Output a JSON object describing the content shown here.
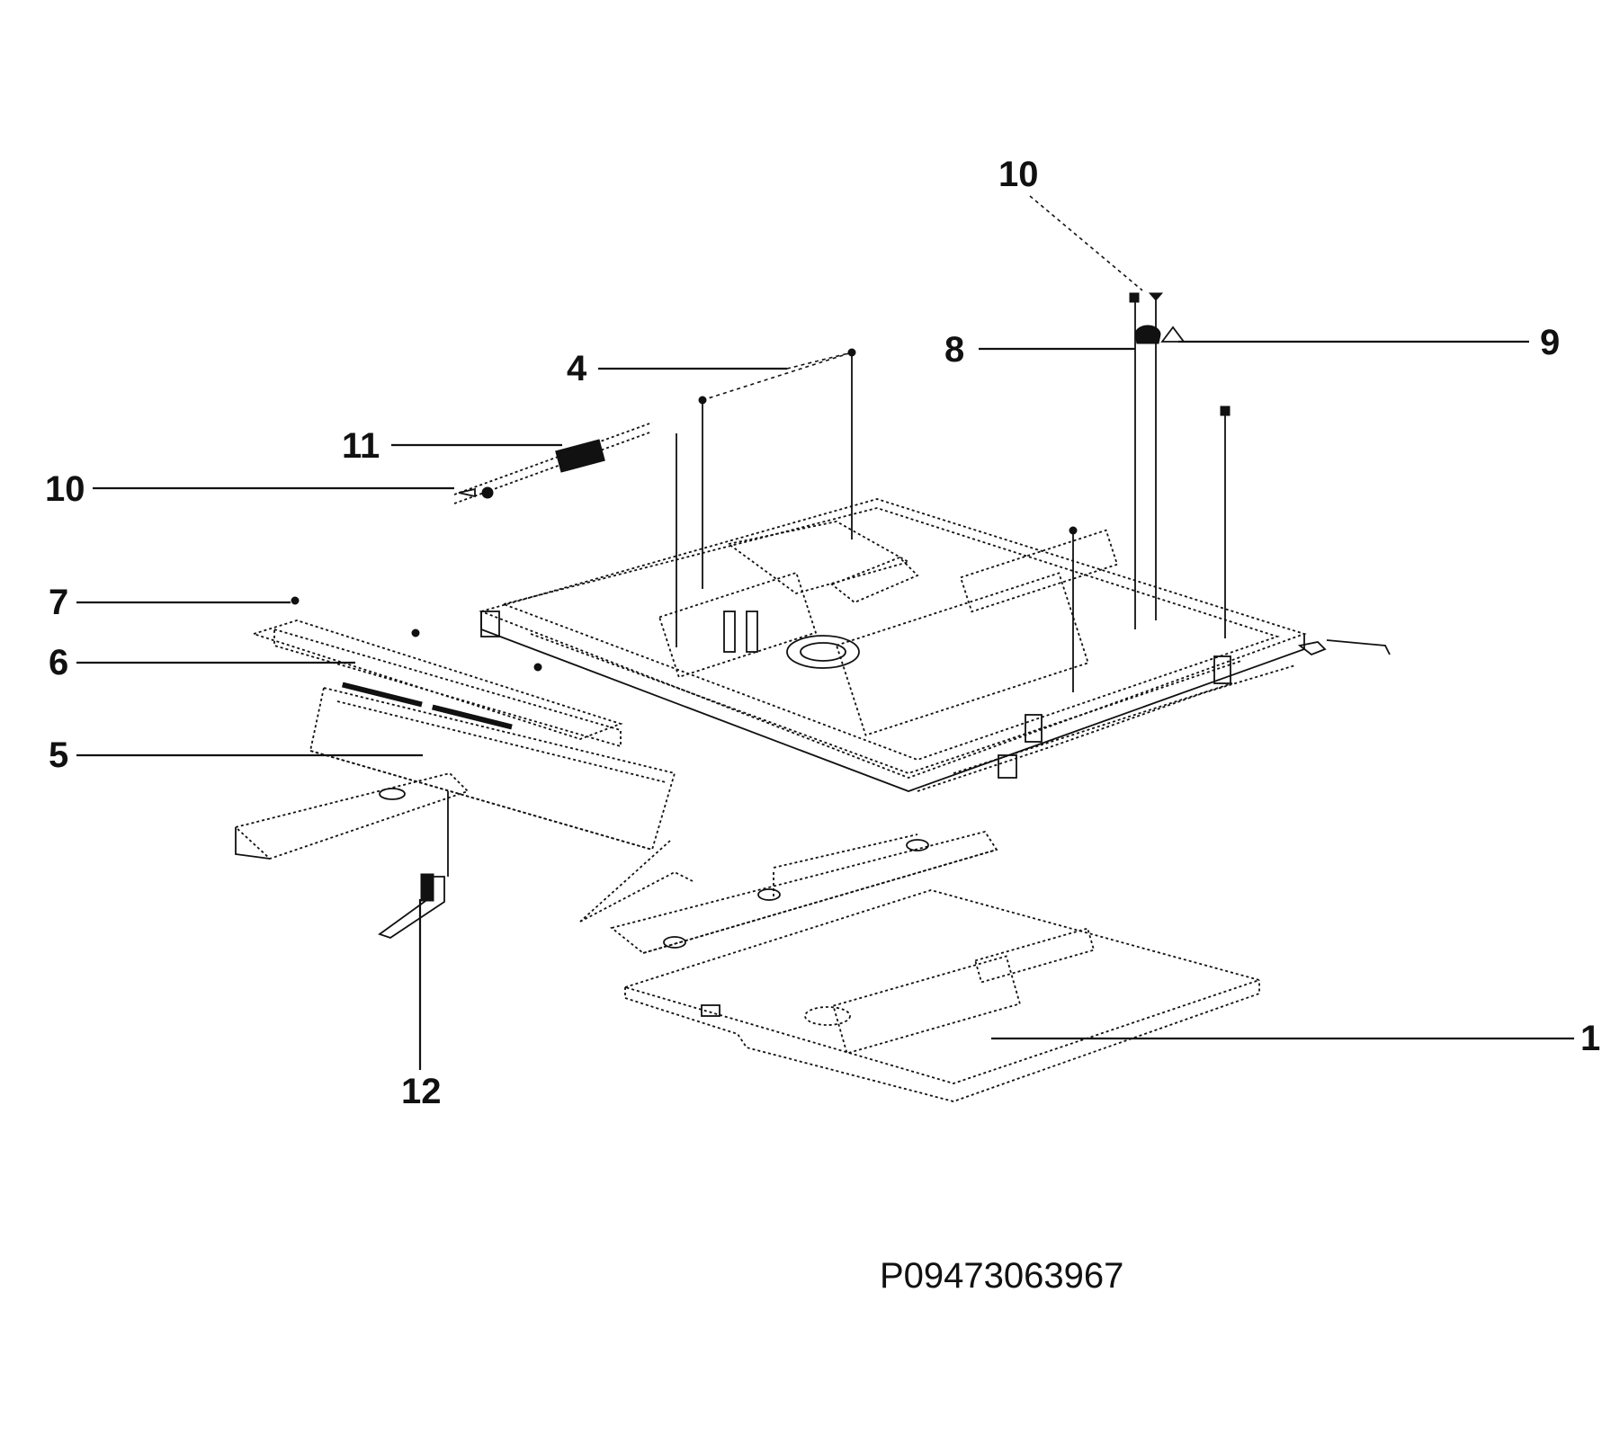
{
  "callouts": {
    "c1": "1",
    "c4": "4",
    "c5": "5",
    "c6": "6",
    "c7": "7",
    "c8": "8",
    "c9": "9",
    "c10_top": "10",
    "c10_left": "10",
    "c11": "11",
    "c12": "12"
  },
  "drawing_code": "P09473063967"
}
